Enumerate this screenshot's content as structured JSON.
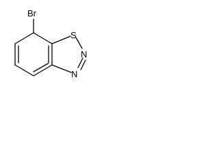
{
  "molecule": {
    "atoms": {
      "bromine": "Br",
      "sulfur": "S",
      "nitrogen_upper": "N",
      "nitrogen_lower": "N"
    }
  }
}
